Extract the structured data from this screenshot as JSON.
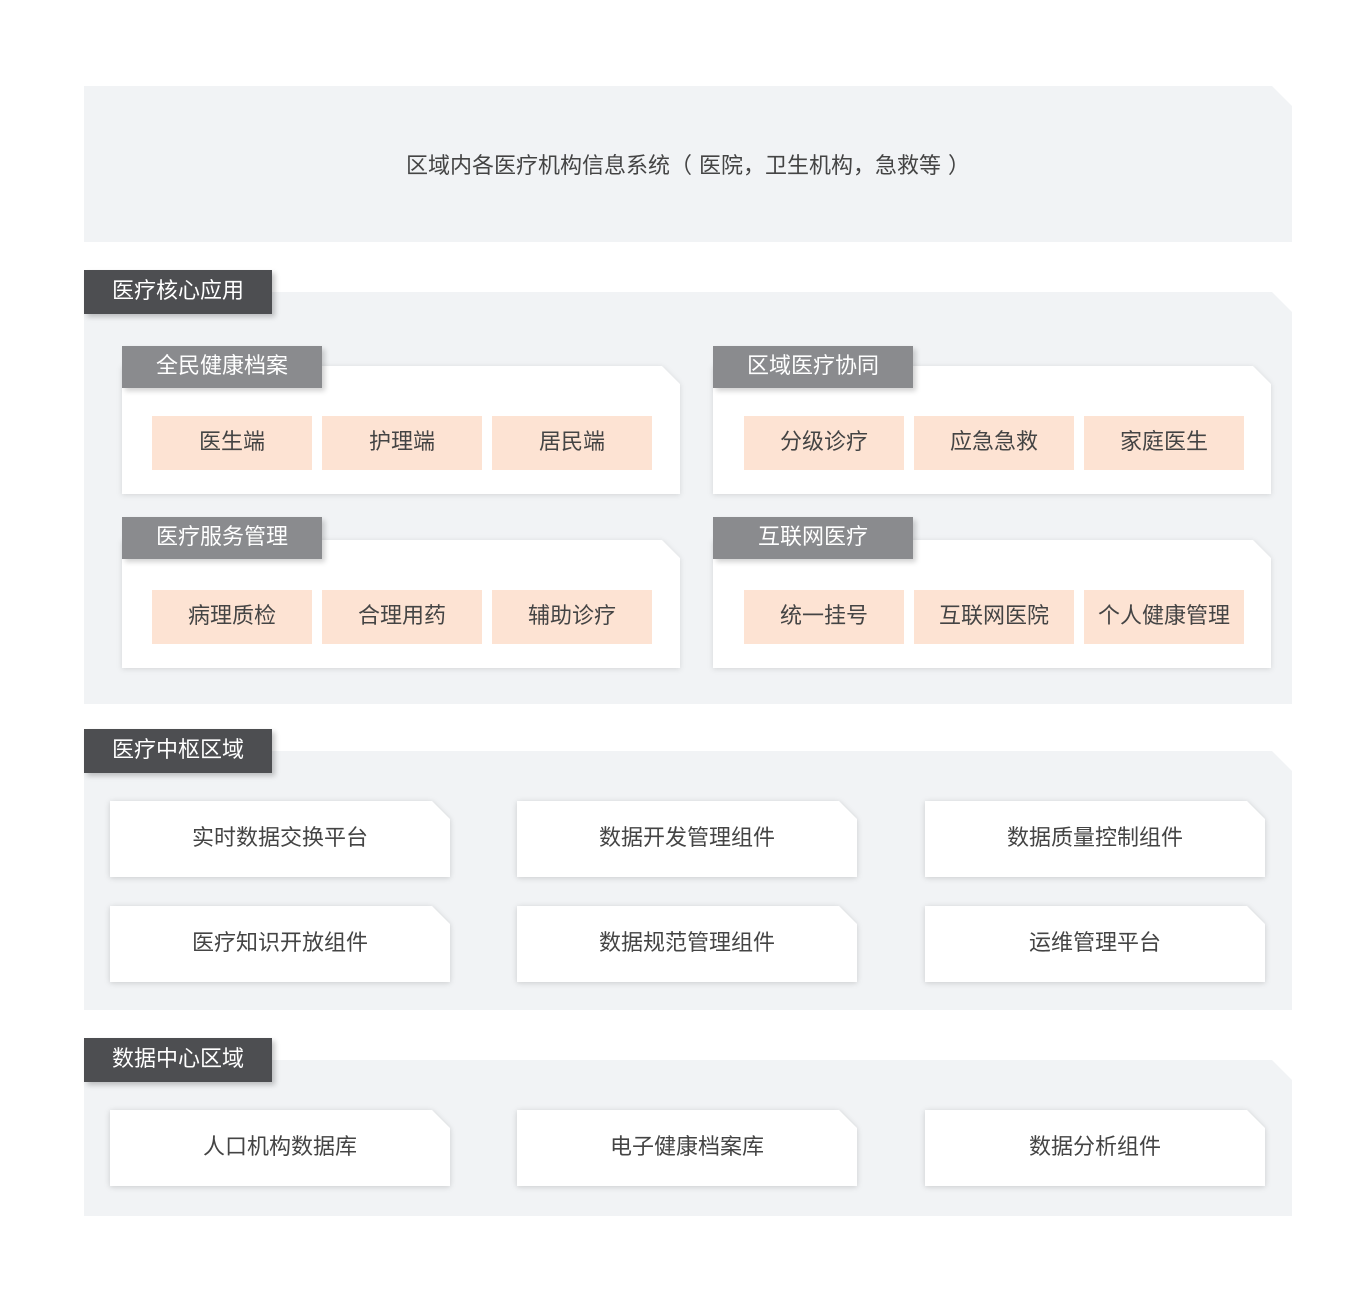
{
  "top": {
    "label": "区域内各医疗机构信息系统（ 医院，卫生机构，急救等 ）"
  },
  "core": {
    "title": "医疗核心应用",
    "groups": [
      {
        "title": "全民健康档案",
        "items": [
          "医生端",
          "护理端",
          "居民端"
        ]
      },
      {
        "title": "区域医疗协同",
        "items": [
          "分级诊疗",
          "应急急救",
          "家庭医生"
        ]
      },
      {
        "title": "医疗服务管理",
        "items": [
          "病理质检",
          "合理用药",
          "辅助诊疗"
        ]
      },
      {
        "title": "互联网医疗",
        "items": [
          "统一挂号",
          "互联网医院",
          "个人健康管理"
        ]
      }
    ]
  },
  "hub": {
    "title": "医疗中枢区域",
    "items": [
      "实时数据交换平台",
      "数据开发管理组件",
      "数据质量控制组件",
      "医疗知识开放组件",
      "数据规范管理组件",
      "运维管理平台"
    ]
  },
  "datacenter": {
    "title": "数据中心区域",
    "items": [
      "人口机构数据库",
      "电子健康档案库",
      "数据分析组件"
    ]
  },
  "colors": {
    "tag": "#4d4e51",
    "subtag": "#8a8b8e",
    "chip": "#fde3d3",
    "panel": "#f1f3f5"
  }
}
